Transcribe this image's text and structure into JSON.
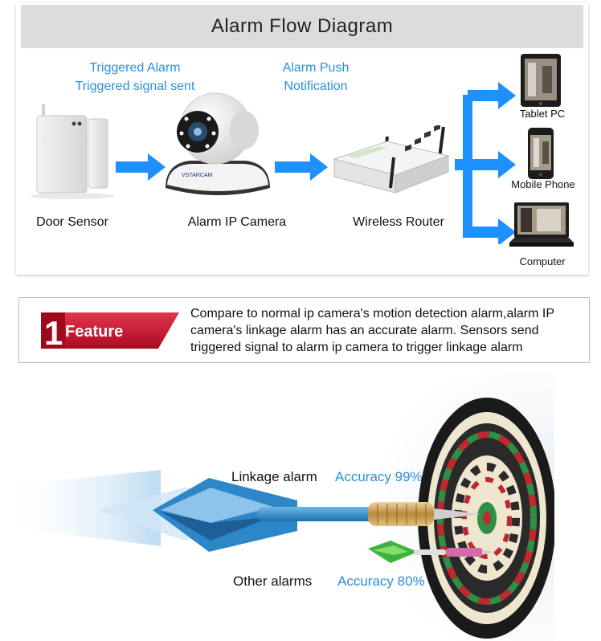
{
  "flow_diagram": {
    "title": "Alarm Flow Diagram",
    "notes": {
      "sensor_to_camera": [
        "Triggered Alarm",
        "Triggered signal sent"
      ],
      "camera_to_router": [
        "Alarm Push",
        "Notification"
      ]
    },
    "devices": {
      "door_sensor": "Door Sensor",
      "camera": "Alarm IP Camera",
      "camera_brand": "VSTARCAM",
      "router": "Wireless Router",
      "tablet": "Tablet PC",
      "phone": "Mobile Phone",
      "computer": "Computer"
    }
  },
  "feature": {
    "number": "1",
    "label": "Feature",
    "text_lines": [
      "Compare to normal ip camera's motion detection alarm,alarm IP",
      "camera's linkage alarm has an accurate alarm. Sensors send",
      "triggered signal to alarm ip camera to trigger linkage alarm"
    ]
  },
  "comparison": {
    "linkage": {
      "label": "Linkage alarm",
      "accuracy": "Accuracy 99%"
    },
    "other": {
      "label": "Other alarms",
      "accuracy": "Accuracy 80%"
    }
  },
  "colors": {
    "accent_blue": "#1e90ff",
    "note_blue": "#2a8fd8",
    "feature_red": "#c8102e",
    "header_gray": "#dcdcdc"
  }
}
